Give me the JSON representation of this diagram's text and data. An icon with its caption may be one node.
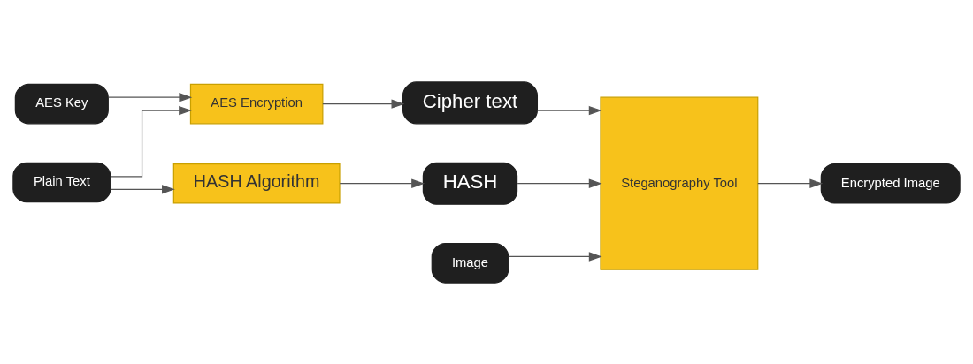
{
  "diagram": {
    "nodes": [
      {
        "text": [
          "AES Key"
        ]
      },
      {
        "text": [
          "Plain Text"
        ]
      },
      {
        "text": [
          "AES Encryption"
        ]
      },
      {
        "text": [
          "Cipher text"
        ]
      },
      {
        "text": [
          "HASH Algorithm"
        ]
      },
      {
        "text": [
          "HASH"
        ]
      },
      {
        "text": [
          "Image"
        ]
      },
      {
        "text": [
          "Steganography Tool"
        ]
      },
      {
        "text": [
          "Encrypted Image"
        ]
      }
    ],
    "edges": [
      {
        "from": 0,
        "to": 2,
        "arrow": "to"
      },
      {
        "from": 1,
        "to": 2,
        "arrow": "to"
      },
      {
        "from": 1,
        "to": 4,
        "arrow": "to"
      },
      {
        "from": 2,
        "to": 3,
        "arrow": "to"
      },
      {
        "from": 4,
        "to": 5,
        "arrow": "to"
      },
      {
        "from": 6,
        "to": 7,
        "arrow": "to"
      },
      {
        "from": 3,
        "to": 7,
        "arrow": "to"
      },
      {
        "from": 5,
        "to": 7,
        "arrow": "to"
      },
      {
        "from": 7,
        "to": 8,
        "arrow": "to"
      }
    ]
  }
}
